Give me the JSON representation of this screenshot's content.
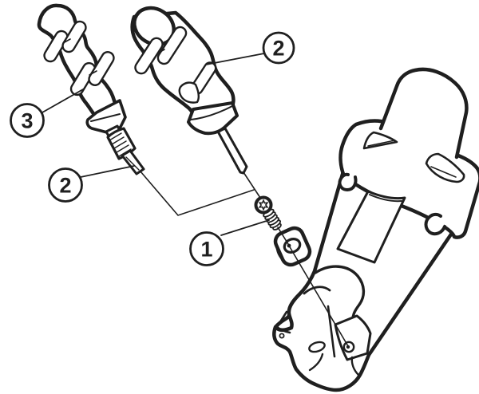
{
  "figure": {
    "type": "exploded-assembly-diagram",
    "background_color": "#ffffff",
    "line_color": "#1f1f1f"
  },
  "callouts": [
    {
      "label": "3"
    },
    {
      "label": "2"
    },
    {
      "label": "2"
    },
    {
      "label": "1"
    }
  ]
}
